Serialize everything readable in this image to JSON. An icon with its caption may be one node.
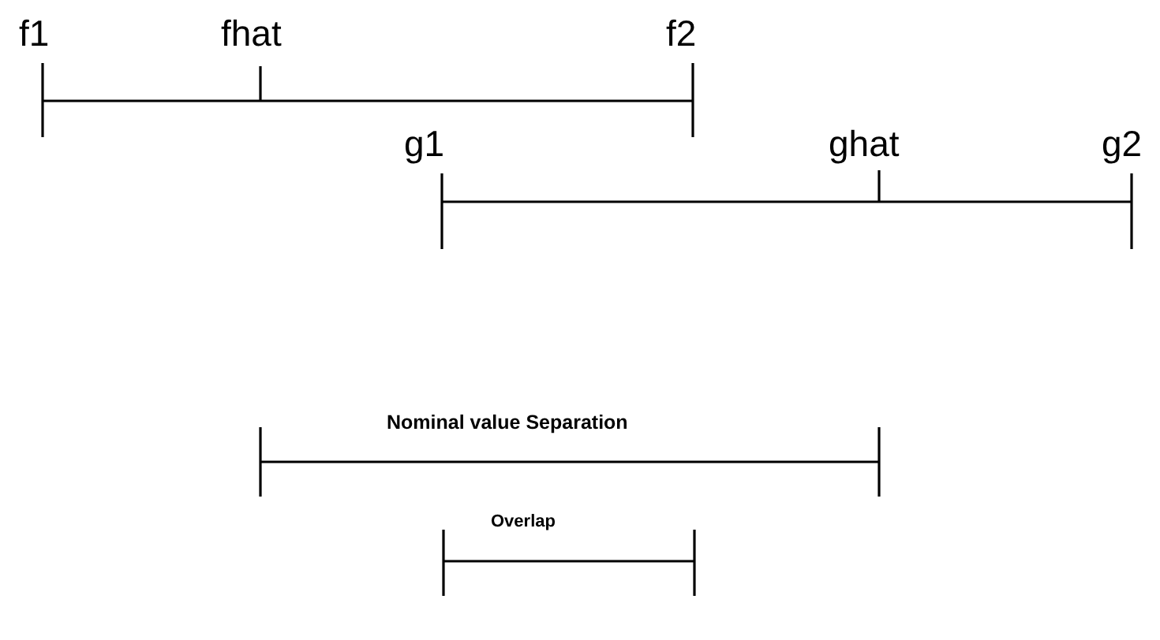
{
  "diagram": {
    "labels": [
      "f1",
      "fhat",
      "f2",
      "g1",
      "ghat",
      "g2",
      "Nominal value Separation",
      "Overlap"
    ]
  }
}
